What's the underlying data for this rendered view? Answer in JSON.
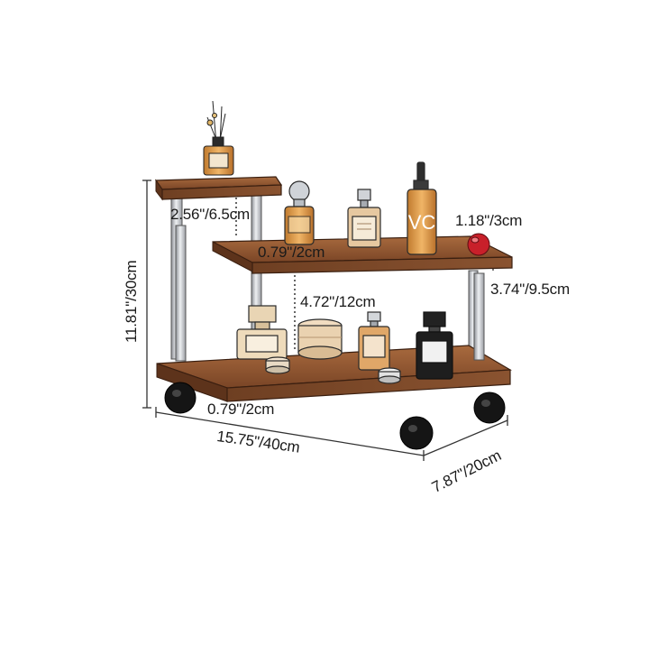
{
  "dimensions": {
    "height_total": "11.81\"/30cm",
    "top_shelf_gap": "2.56\"/6.5cm",
    "shelf_thickness_mid": "0.79\"/2cm",
    "mid_shelf_gap": "4.72\"/12cm",
    "lip_height": "1.18\"/3cm",
    "right_rise": "3.74\"/9.5cm",
    "base_thickness": "0.79\"/2cm",
    "width": "15.75\"/40cm",
    "depth": "7.87\"/20cm"
  },
  "product_text": {
    "serum_label": "VC"
  },
  "colors": {
    "wood_dark": "#6e3f22",
    "wood_mid": "#8a5330",
    "wood_light": "#a86a3e",
    "metal": "#c9ccd1",
    "wheel": "#151515",
    "amber_bottle": "#d18a3a",
    "red_ball": "#c8202a"
  },
  "icons": [
    "reed-diffuser-icon",
    "perfume-bottle-icon",
    "serum-bottle-icon",
    "cream-jar-icon",
    "candle-icon",
    "black-perfume-icon",
    "red-ornament-icon",
    "wheel-icon"
  ]
}
